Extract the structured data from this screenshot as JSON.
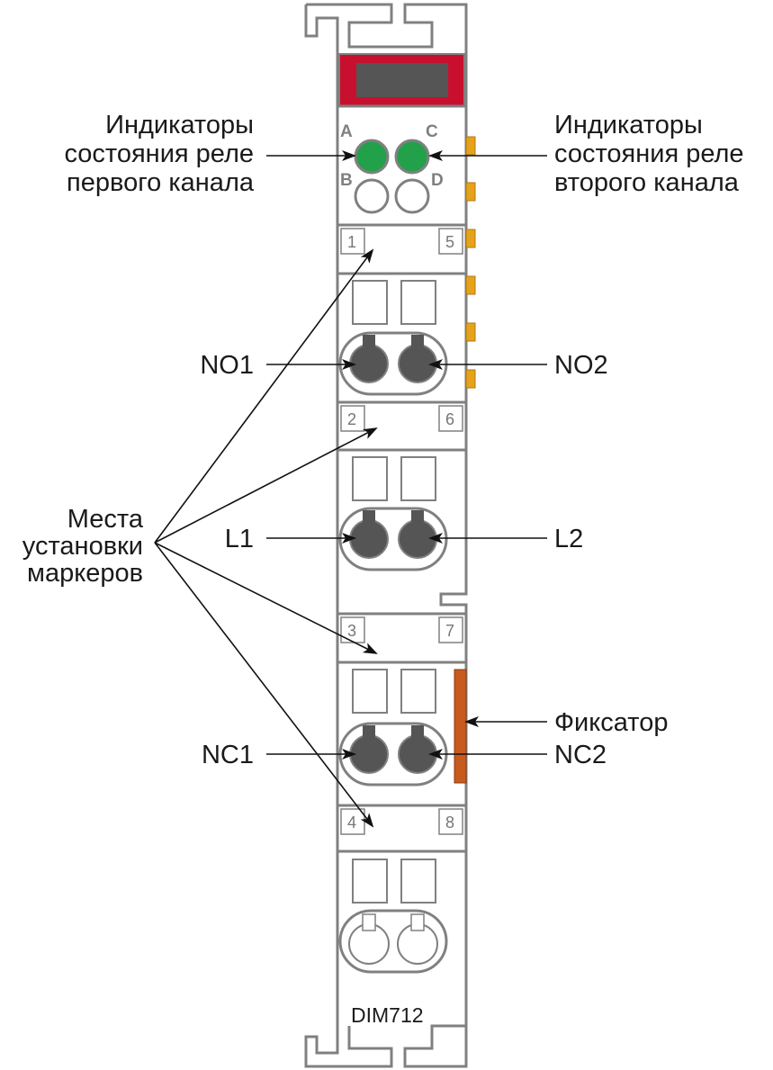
{
  "model": "DIM712",
  "colors": {
    "housing_outline": "#808080",
    "top_cap_red": "#c8102e",
    "top_cap_window": "#555555",
    "led_on": "#22a04a",
    "screw": "#555555",
    "latch": "#c85a1e",
    "side_contacts": "#e6a21a"
  },
  "leds": [
    {
      "letter": "A",
      "state": "on"
    },
    {
      "letter": "B",
      "state": "off"
    },
    {
      "letter": "C",
      "state": "on"
    },
    {
      "letter": "D",
      "state": "off"
    }
  ],
  "terminal_numbers": [
    "1",
    "2",
    "3",
    "4",
    "5",
    "6",
    "7",
    "8"
  ],
  "labels": {
    "leds_ch1": [
      "Индикаторы",
      "состояния реле",
      "первого канала"
    ],
    "leds_ch2": [
      "Индикаторы",
      "состояния реле",
      "второго канала"
    ],
    "markers": [
      "Места",
      "установки",
      "маркеров"
    ],
    "no1": "NO1",
    "no2": "NO2",
    "l1": "L1",
    "l2": "L2",
    "nc1": "NC1",
    "nc2": "NC2",
    "latch": "Фиксатор"
  }
}
